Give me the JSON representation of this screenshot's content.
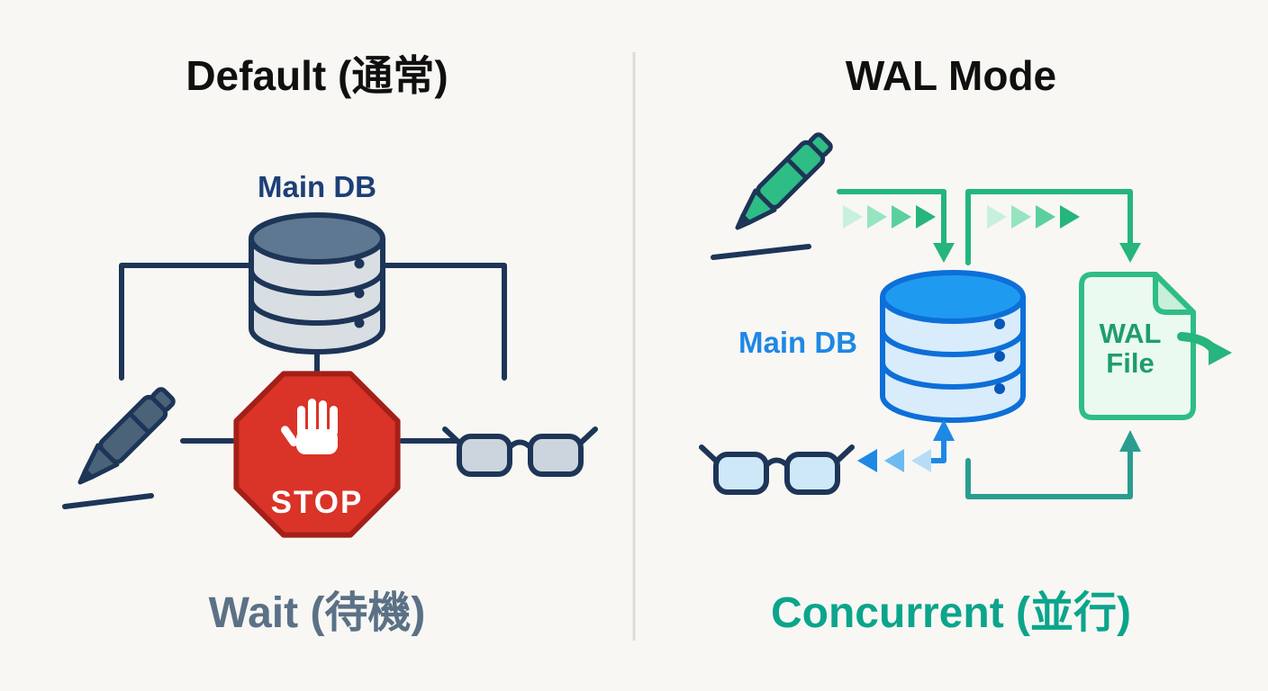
{
  "page": {
    "background": "#f8f7f4",
    "divider_color": "#dcdcda"
  },
  "left_panel": {
    "title": "Default (通常)",
    "db_label": "Main DB",
    "stop_label": "STOP",
    "status_label": "Wait (待機)",
    "colors": {
      "title": "#101010",
      "db_label": "#1c3f77",
      "status": "#5b7186",
      "outline_navy": "#1d3557",
      "stop_fill": "#da3327",
      "stop_border": "#a32018",
      "db_top": "#5d7890",
      "db_body": "#d9dee3",
      "pen_fill": "#4a6379",
      "lens_fill": "#ccd5dd"
    }
  },
  "right_panel": {
    "title": "WAL Mode",
    "db_label": "Main DB",
    "wal_file_line1": "WAL",
    "wal_file_line2": "File",
    "status_label": "Concurrent (並行)",
    "colors": {
      "title": "#101010",
      "db_label": "#1e88e5",
      "status": "#0ba58c",
      "green": "#25b57d",
      "pen_green": "#2ebd85",
      "wal_text": "#1f9d6b",
      "file_fill": "#eafaf0",
      "file_fold": "#c9eeda",
      "blue": "#1e88e5",
      "db_top": "#1e9bf0",
      "db_body": "#d8ecfc",
      "db_outline": "#0d6fd8",
      "teal": "#2a9d8f",
      "lens_fill": "#cfe8f8"
    }
  }
}
